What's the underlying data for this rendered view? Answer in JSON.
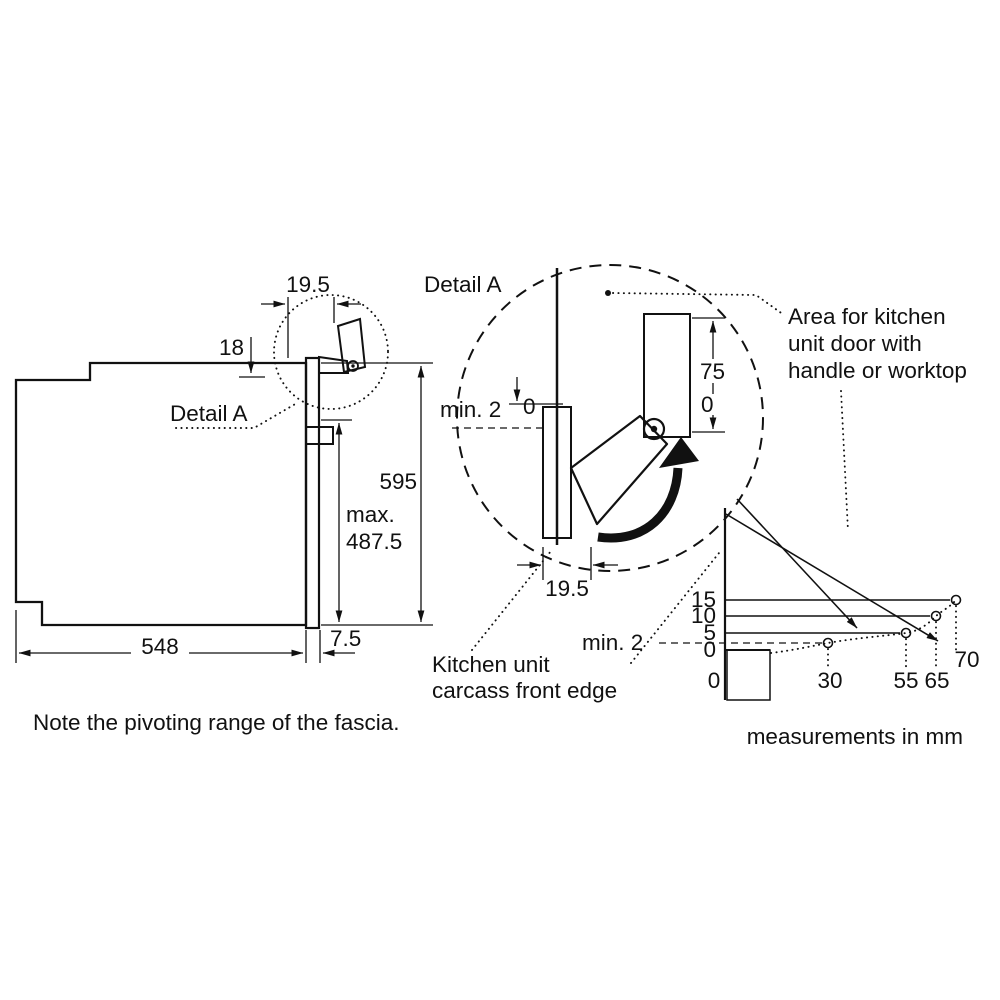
{
  "colors": {
    "ink": "#111111",
    "gray": "#c8c8c8"
  },
  "left_view": {
    "dim_top": "19.5",
    "dim_offset": "18",
    "detail_label": "Detail A",
    "dim_height": "595",
    "dim_max_line1": "max.",
    "dim_max_line2": "487.5",
    "dim_depth": "548",
    "dim_bottom": "7.5",
    "note": "Note the pivoting range of the fascia."
  },
  "detail_view": {
    "title": "Detail A",
    "min_gap": "min. 2",
    "gap_zero": "0",
    "door_range": "75",
    "door_zero": "0",
    "fascia_offset": "19.5",
    "area_label": [
      "Area for kitchen",
      "unit door with",
      "handle or worktop"
    ],
    "carcass_label": [
      "Kitchen unit",
      "carcass front edge"
    ]
  },
  "chart": {
    "y_labels": [
      "15",
      "10",
      "5",
      "0"
    ],
    "min_label": "min. 2",
    "x_zero": "0",
    "x_labels": [
      "30",
      "55",
      "65",
      "70"
    ],
    "footer": "measurements in mm"
  },
  "chart_data": {
    "type": "line",
    "title": "Fascia pivoting range envelope",
    "x": [
      0,
      30,
      55,
      65,
      70
    ],
    "y": [
      0,
      2,
      5,
      10,
      15
    ],
    "x_tick_labels": [
      "0",
      "30",
      "55",
      "65",
      "70"
    ],
    "y_tick_labels": [
      "0",
      "5",
      "10",
      "15"
    ],
    "min_level_label": "min. 2",
    "units": "mm",
    "style": "dotted curve with circle markers",
    "legend": "off",
    "grid": "reference lines from each y tick to curve"
  }
}
